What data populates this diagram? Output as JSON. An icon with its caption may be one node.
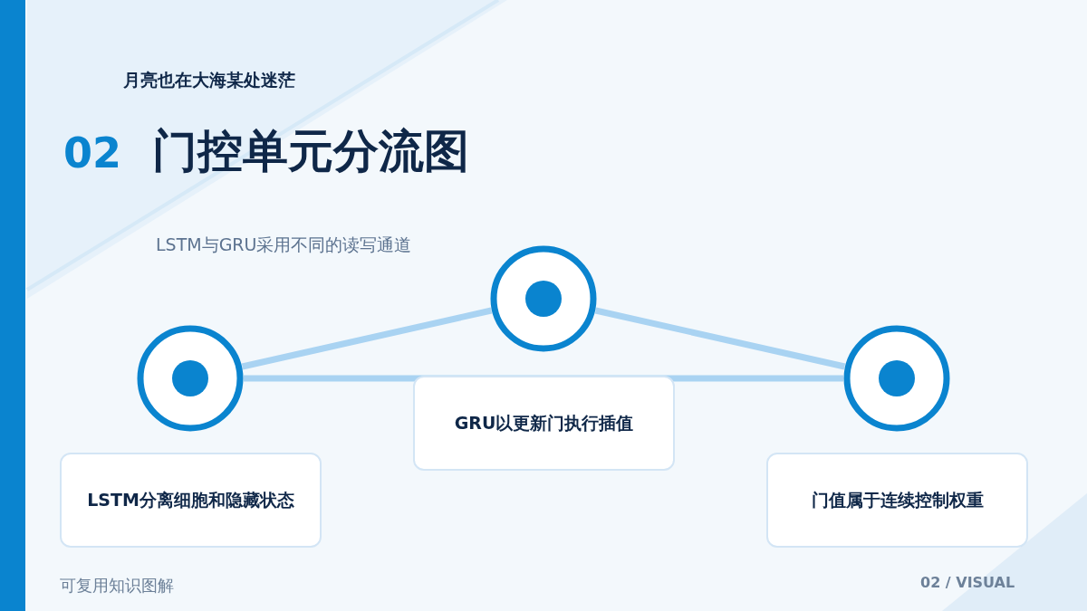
{
  "diagram": {
    "title": "门控单元分流图",
    "nodes": [
      {
        "text": [],
        "shape": "circle"
      },
      {
        "text": [],
        "shape": "circle"
      },
      {
        "text": [],
        "shape": "circle"
      },
      {
        "text": [
          "LSTM分离细胞和隐藏状态"
        ]
      },
      {
        "text": [
          "GRU以更新门执行插值"
        ]
      },
      {
        "text": [
          "门值属于连续控制权重"
        ]
      }
    ],
    "edges": [
      {
        "from": 0,
        "to": 1,
        "arrow": "none"
      },
      {
        "from": 1,
        "to": 2,
        "arrow": "none"
      },
      {
        "from": 0,
        "to": 2,
        "arrow": "none"
      }
    ],
    "labels": [
      "月亮也在大海某处迷茫",
      "02",
      "LSTM与GRU采用不同的读写通道",
      "可复用知识图解",
      "02 / VISUAL"
    ]
  }
}
